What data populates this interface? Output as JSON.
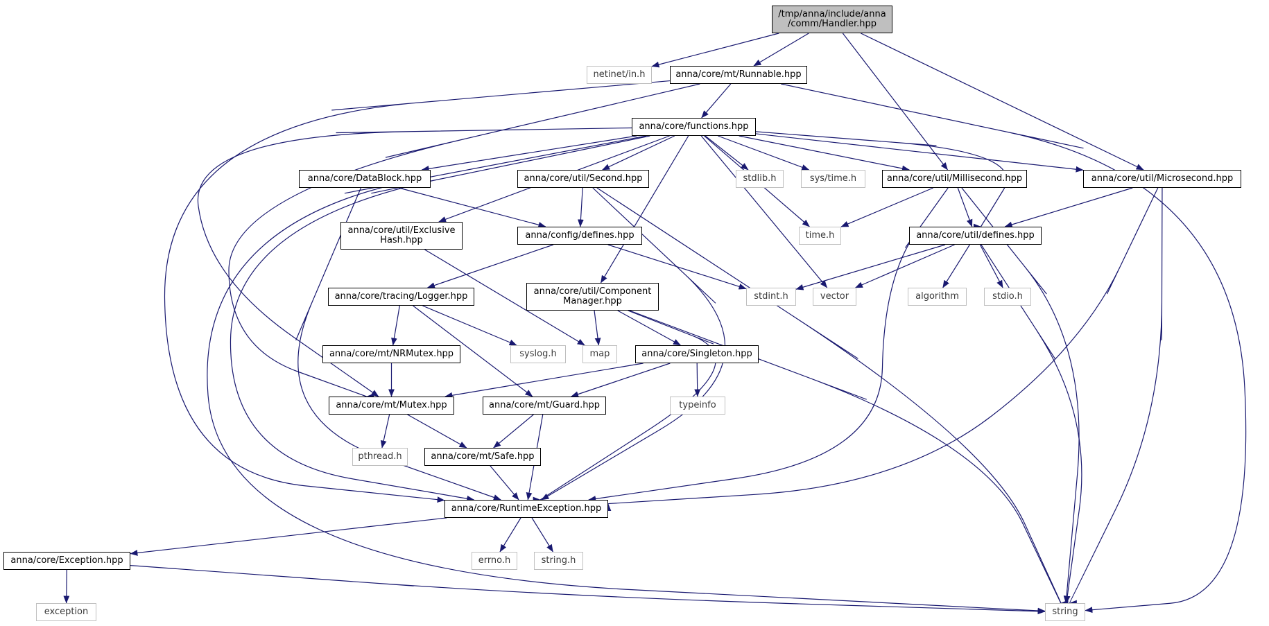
{
  "graph": {
    "edge_color": "#191970",
    "node_border_color": "#000000",
    "external_border_color": "#bfbfbf",
    "root_fill": "#bfbfbf",
    "nodes": [
      {
        "id": "root",
        "label": "/tmp/anna/include/anna\n/comm/Handler.hpp",
        "kind": "root"
      },
      {
        "id": "netinet",
        "label": "netinet/in.h",
        "kind": "external"
      },
      {
        "id": "runnable",
        "label": "anna/core/mt/Runnable.hpp",
        "kind": "internal"
      },
      {
        "id": "functions",
        "label": "anna/core/functions.hpp",
        "kind": "internal"
      },
      {
        "id": "datablock",
        "label": "anna/core/DataBlock.hpp",
        "kind": "internal"
      },
      {
        "id": "second",
        "label": "anna/core/util/Second.hpp",
        "kind": "internal"
      },
      {
        "id": "stdlib",
        "label": "stdlib.h",
        "kind": "external"
      },
      {
        "id": "systime",
        "label": "sys/time.h",
        "kind": "external"
      },
      {
        "id": "millisecond",
        "label": "anna/core/util/Millisecond.hpp",
        "kind": "internal"
      },
      {
        "id": "microsecond",
        "label": "anna/core/util/Microsecond.hpp",
        "kind": "internal"
      },
      {
        "id": "exclusive",
        "label": "anna/core/util/Exclusive\nHash.hpp",
        "kind": "internal"
      },
      {
        "id": "configdefines",
        "label": "anna/config/defines.hpp",
        "kind": "internal"
      },
      {
        "id": "timeh",
        "label": "time.h",
        "kind": "external"
      },
      {
        "id": "utildefines",
        "label": "anna/core/util/defines.hpp",
        "kind": "internal"
      },
      {
        "id": "logger",
        "label": "anna/core/tracing/Logger.hpp",
        "kind": "internal"
      },
      {
        "id": "compmgr",
        "label": "anna/core/util/Component\nManager.hpp",
        "kind": "internal"
      },
      {
        "id": "stdint",
        "label": "stdint.h",
        "kind": "external"
      },
      {
        "id": "vector",
        "label": "vector",
        "kind": "external"
      },
      {
        "id": "algorithm",
        "label": "algorithm",
        "kind": "external"
      },
      {
        "id": "stdio",
        "label": "stdio.h",
        "kind": "external"
      },
      {
        "id": "nrmutex",
        "label": "anna/core/mt/NRMutex.hpp",
        "kind": "internal"
      },
      {
        "id": "syslog",
        "label": "syslog.h",
        "kind": "external"
      },
      {
        "id": "map",
        "label": "map",
        "kind": "external"
      },
      {
        "id": "singleton",
        "label": "anna/core/Singleton.hpp",
        "kind": "internal"
      },
      {
        "id": "mutex",
        "label": "anna/core/mt/Mutex.hpp",
        "kind": "internal"
      },
      {
        "id": "guard",
        "label": "anna/core/mt/Guard.hpp",
        "kind": "internal"
      },
      {
        "id": "typeinfo",
        "label": "typeinfo",
        "kind": "external"
      },
      {
        "id": "pthread",
        "label": "pthread.h",
        "kind": "external"
      },
      {
        "id": "safe",
        "label": "anna/core/mt/Safe.hpp",
        "kind": "internal"
      },
      {
        "id": "runtimeexc",
        "label": "anna/core/RuntimeException.hpp",
        "kind": "internal"
      },
      {
        "id": "exceptionhpp",
        "label": "anna/core/Exception.hpp",
        "kind": "internal"
      },
      {
        "id": "errno",
        "label": "errno.h",
        "kind": "external"
      },
      {
        "id": "stringh",
        "label": "string.h",
        "kind": "external"
      },
      {
        "id": "exception",
        "label": "exception",
        "kind": "external"
      },
      {
        "id": "string",
        "label": "string",
        "kind": "external"
      }
    ],
    "edges": [
      {
        "from": "root",
        "to": "netinet"
      },
      {
        "from": "root",
        "to": "runnable"
      },
      {
        "from": "root",
        "to": "millisecond"
      },
      {
        "from": "root",
        "to": "microsecond"
      },
      {
        "from": "runnable",
        "to": "functions"
      },
      {
        "from": "runnable",
        "to": "runtimeexc"
      },
      {
        "from": "runnable",
        "to": "string"
      },
      {
        "from": "runnable",
        "to": "mutex"
      },
      {
        "from": "functions",
        "to": "datablock"
      },
      {
        "from": "functions",
        "to": "exclusive"
      },
      {
        "from": "functions",
        "to": "compmgr"
      },
      {
        "from": "functions",
        "to": "second"
      },
      {
        "from": "functions",
        "to": "stdlib"
      },
      {
        "from": "functions",
        "to": "systime"
      },
      {
        "from": "functions",
        "to": "timeh"
      },
      {
        "from": "functions",
        "to": "vector"
      },
      {
        "from": "functions",
        "to": "millisecond"
      },
      {
        "from": "functions",
        "to": "microsecond"
      },
      {
        "from": "functions",
        "to": "utildefines"
      },
      {
        "from": "functions",
        "to": "runtimeexc"
      },
      {
        "from": "functions",
        "to": "string"
      },
      {
        "from": "functions",
        "to": "mutex"
      },
      {
        "from": "datablock",
        "to": "configdefines"
      },
      {
        "from": "datablock",
        "to": "runtimeexc"
      },
      {
        "from": "second",
        "to": "configdefines"
      },
      {
        "from": "second",
        "to": "runtimeexc"
      },
      {
        "from": "second",
        "to": "string"
      },
      {
        "from": "millisecond",
        "to": "timeh"
      },
      {
        "from": "millisecond",
        "to": "utildefines"
      },
      {
        "from": "millisecond",
        "to": "runtimeexc"
      },
      {
        "from": "millisecond",
        "to": "string"
      },
      {
        "from": "microsecond",
        "to": "utildefines"
      },
      {
        "from": "microsecond",
        "to": "runtimeexc"
      },
      {
        "from": "microsecond",
        "to": "string"
      },
      {
        "from": "exclusive",
        "to": "map"
      },
      {
        "from": "configdefines",
        "to": "logger"
      },
      {
        "from": "configdefines",
        "to": "stdint"
      },
      {
        "from": "utildefines",
        "to": "stdint"
      },
      {
        "from": "utildefines",
        "to": "vector"
      },
      {
        "from": "utildefines",
        "to": "algorithm"
      },
      {
        "from": "utildefines",
        "to": "stdio"
      },
      {
        "from": "utildefines",
        "to": "string"
      },
      {
        "from": "logger",
        "to": "nrmutex"
      },
      {
        "from": "logger",
        "to": "syslog"
      },
      {
        "from": "logger",
        "to": "guard"
      },
      {
        "from": "compmgr",
        "to": "map"
      },
      {
        "from": "compmgr",
        "to": "singleton"
      },
      {
        "from": "compmgr",
        "to": "runtimeexc"
      },
      {
        "from": "compmgr",
        "to": "string"
      },
      {
        "from": "nrmutex",
        "to": "mutex"
      },
      {
        "from": "singleton",
        "to": "mutex"
      },
      {
        "from": "singleton",
        "to": "guard"
      },
      {
        "from": "singleton",
        "to": "typeinfo"
      },
      {
        "from": "mutex",
        "to": "pthread"
      },
      {
        "from": "mutex",
        "to": "safe"
      },
      {
        "from": "guard",
        "to": "safe"
      },
      {
        "from": "guard",
        "to": "runtimeexc"
      },
      {
        "from": "safe",
        "to": "runtimeexc"
      },
      {
        "from": "runtimeexc",
        "to": "exceptionhpp"
      },
      {
        "from": "runtimeexc",
        "to": "errno"
      },
      {
        "from": "runtimeexc",
        "to": "stringh"
      },
      {
        "from": "exceptionhpp",
        "to": "exception"
      },
      {
        "from": "exceptionhpp",
        "to": "string"
      }
    ]
  }
}
